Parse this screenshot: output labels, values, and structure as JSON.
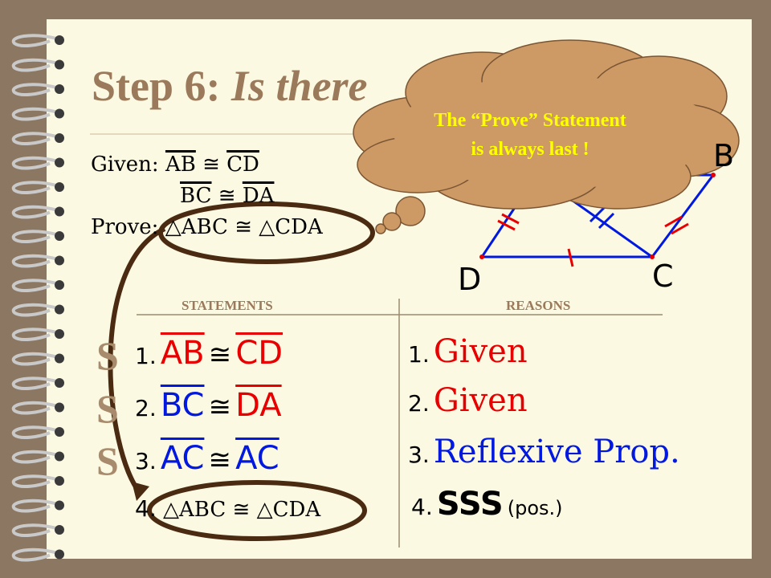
{
  "slide": {
    "title_prefix": "Step 6:",
    "title_italic": "Is there",
    "given_label": "Given:",
    "given_1": "AB",
    "given_1b": "CD",
    "given_2": "BC",
    "given_2b": "DA",
    "prove_label": "Prove:",
    "prove_1": "ABC",
    "prove_2": "CDA",
    "cong": "≅",
    "tri": "△",
    "statements_header": "STATEMENTS",
    "reasons_header": "REASONS",
    "sss_letters": [
      "S",
      "S",
      "S"
    ],
    "statements": [
      {
        "num": "1.",
        "a": "AB",
        "b": "CD"
      },
      {
        "num": "2.",
        "a": "BC",
        "b": "DA"
      },
      {
        "num": "3.",
        "a": "AC",
        "b": "AC"
      },
      {
        "num": "4.",
        "a": "ABC",
        "b": "CDA"
      }
    ],
    "reasons": [
      {
        "num": "1.",
        "text": "Given"
      },
      {
        "num": "2.",
        "text": "Given"
      },
      {
        "num": "3.",
        "text": "Reflexive Prop."
      },
      {
        "num": "4.",
        "text": "SSS",
        "extra": "(pos.)"
      }
    ],
    "bubble_line_1": "The “Prove” Statement",
    "bubble_line_2": "is always last !",
    "point_d": "D",
    "point_c": "C",
    "point_b": "B"
  },
  "colors": {
    "paper": "#fcf9e3",
    "border": "#8b7762",
    "accent_tan": "#9a7a5a",
    "bubble": "#cd9a66",
    "bubble_text": "#ffff00",
    "circle": "#4a2a10",
    "red": "#e80000",
    "blue": "#0018e0"
  }
}
